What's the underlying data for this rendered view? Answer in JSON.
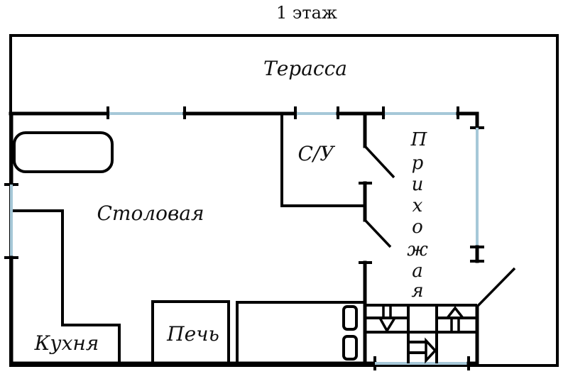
{
  "plan": {
    "title": "1 этаж",
    "rooms": {
      "terrace": "Терасса",
      "dining": "Столовая",
      "bathroom": "С/У",
      "hallway": "Прихожая",
      "hallway_letters": [
        "П",
        "р",
        "и",
        "х",
        "о",
        "ж",
        "а",
        "я"
      ],
      "kitchen": "Кухня",
      "stove": "Печь"
    },
    "colors": {
      "wall": "#000000",
      "window": "#a6c8d8",
      "background": "#ffffff"
    }
  }
}
